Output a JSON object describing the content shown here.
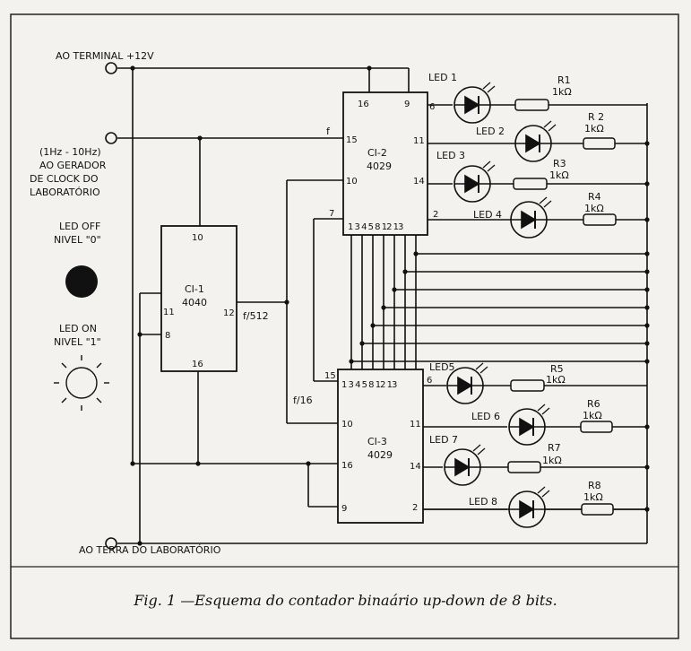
{
  "labels": {
    "terminal": "AO TERMINAL +12V",
    "freq": "(1Hz - 10Hz)",
    "gen1": "AO GERADOR",
    "gen2": "DE CLOCK DO",
    "gen3": "LABORATÓRIO",
    "ground": "AO TERRA DO LABORATÓRIO",
    "led_off_1": "LED OFF",
    "led_off_2": "NIVEL \"0\"",
    "led_on_1": "LED ON",
    "led_on_2": "NIVEL \"1\"",
    "f": "f",
    "f512": "f/512",
    "f16": "f/16"
  },
  "chips": {
    "ci1": {
      "name": "CI-1",
      "part": "4040",
      "pins": {
        "p10": "10",
        "p11": "11",
        "p8": "8",
        "p12": "12",
        "p16": "16"
      }
    },
    "ci2": {
      "name": "CI-2",
      "part": "4029",
      "pins": {
        "p16": "16",
        "p9": "9",
        "p15": "15",
        "p10": "10",
        "p6": "6",
        "p11": "11",
        "p14": "14",
        "p2": "2",
        "p7": "7",
        "bottom": "1 3 4 5 8 12 13"
      }
    },
    "ci3": {
      "name": "CI-3",
      "part": "4029",
      "pins": {
        "p15": "15",
        "p10": "10",
        "p16": "16",
        "p9": "9",
        "p6": "6",
        "p11": "11",
        "p14": "14",
        "p2": "2",
        "top": "1 3 4 5 8 12 13"
      }
    }
  },
  "leds": [
    "LED 1",
    "LED 2",
    "LED 3",
    "LED 4",
    "LED5",
    "LED 6",
    "LED 7",
    "LED 8"
  ],
  "resistors": [
    {
      "name": "R1",
      "value": "1kΩ"
    },
    {
      "name": "R 2",
      "value": "1kΩ"
    },
    {
      "name": "R3",
      "value": "1kΩ"
    },
    {
      "name": "R4",
      "value": "1kΩ"
    },
    {
      "name": "R5",
      "value": "1kΩ"
    },
    {
      "name": "R6",
      "value": "1kΩ"
    },
    {
      "name": "R7",
      "value": "1kΩ"
    },
    {
      "name": "R8",
      "value": "1kΩ"
    }
  ],
  "caption": "Fig. 1 —Esquema do contador binaário up-down de 8 bits."
}
